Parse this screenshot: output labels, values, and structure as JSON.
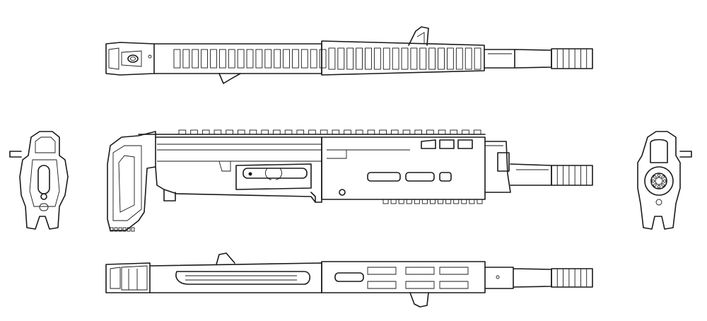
{
  "drawing": {
    "colors": {
      "ink": "#1a1a1a",
      "paper": "#ffffff"
    },
    "views": [
      {
        "id": "top",
        "icon": "top-view-icon"
      },
      {
        "id": "side",
        "icon": "side-view-icon"
      },
      {
        "id": "bottom",
        "icon": "bottom-view-icon"
      },
      {
        "id": "rear",
        "icon": "rear-view-icon"
      },
      {
        "id": "front",
        "icon": "front-view-icon"
      }
    ],
    "repeat_counts": {
      "top_rail_slots": 34,
      "side_rail_teeth": 26,
      "lower_teeth": 13,
      "muzzle_fins": 7
    }
  }
}
